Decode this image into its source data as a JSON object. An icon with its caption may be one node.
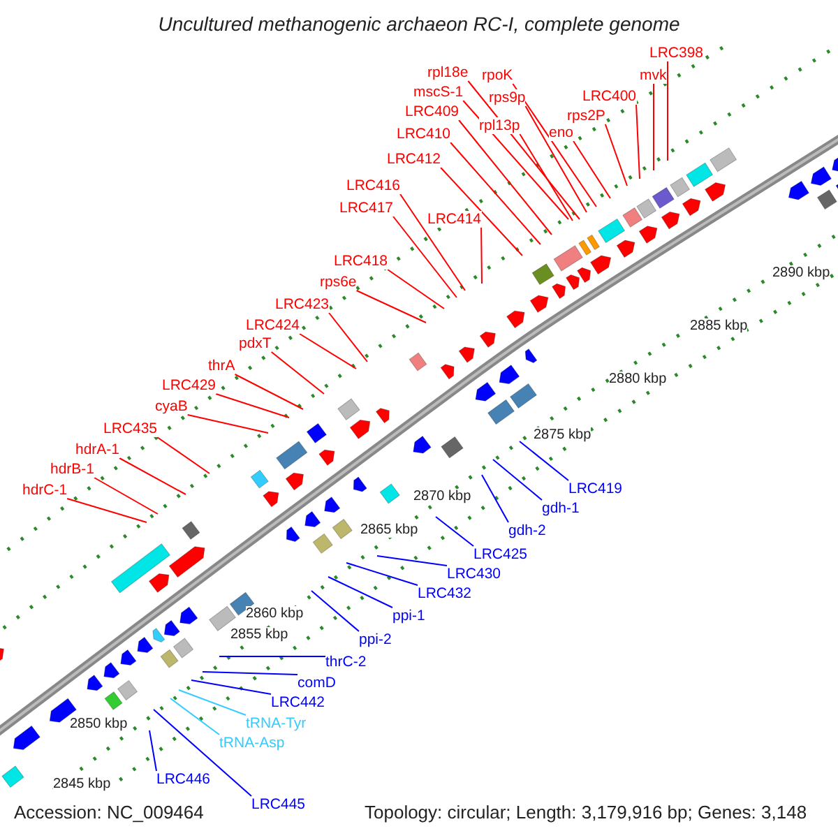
{
  "diagram": {
    "title": "Uncultured methanogenic archaeon RC-I, complete genome",
    "nodes": [
      {
        "text": [
          "LRC398"
        ]
      },
      {
        "text": [
          "rpl18e"
        ]
      },
      {
        "text": [
          "rpoK"
        ]
      },
      {
        "text": [
          "mvk"
        ]
      },
      {
        "text": [
          "mscS-1"
        ]
      },
      {
        "text": [
          "rps9p"
        ]
      },
      {
        "text": [
          "LRC400"
        ]
      },
      {
        "text": [
          "LRC409"
        ]
      },
      {
        "text": [
          "rps2P"
        ]
      },
      {
        "text": [
          "rpl13p"
        ]
      },
      {
        "text": [
          "eno"
        ]
      },
      {
        "text": [
          "LRC410"
        ]
      },
      {
        "text": [
          "LRC412"
        ]
      },
      {
        "text": [
          "LRC416"
        ]
      },
      {
        "text": [
          "LRC417"
        ]
      },
      {
        "text": [
          "LRC414"
        ]
      },
      {
        "text": [
          "LRC418"
        ]
      },
      {
        "text": [
          "rps6e"
        ]
      },
      {
        "text": [
          "LRC423"
        ]
      },
      {
        "text": [
          "LRC424"
        ]
      },
      {
        "text": [
          "pdxT"
        ]
      },
      {
        "text": [
          "thrA"
        ]
      },
      {
        "text": [
          "LRC429"
        ]
      },
      {
        "text": [
          "cyaB"
        ]
      },
      {
        "text": [
          "LRC435"
        ]
      },
      {
        "text": [
          "hdrA-1"
        ]
      },
      {
        "text": [
          "hdrB-1"
        ]
      },
      {
        "text": [
          "hdrC-1"
        ]
      },
      {
        "text": [
          "LRC419"
        ]
      },
      {
        "text": [
          "gdh-1"
        ]
      },
      {
        "text": [
          "gdh-2"
        ]
      },
      {
        "text": [
          "LRC425"
        ]
      },
      {
        "text": [
          "LRC430"
        ]
      },
      {
        "text": [
          "LRC432"
        ]
      },
      {
        "text": [
          "ppi-1"
        ]
      },
      {
        "text": [
          "ppi-2"
        ]
      },
      {
        "text": [
          "thrC-2"
        ]
      },
      {
        "text": [
          "comD"
        ]
      },
      {
        "text": [
          "LRC442"
        ]
      },
      {
        "text": [
          "tRNA-Tyr"
        ]
      },
      {
        "text": [
          "tRNA-Asp"
        ]
      },
      {
        "text": [
          "LRC446"
        ]
      },
      {
        "text": [
          "LRC445"
        ]
      }
    ],
    "edges": [
      {
        "from": 0,
        "to": null,
        "arrow": "none"
      },
      {
        "from": 1,
        "to": null,
        "arrow": "none"
      },
      {
        "from": 2,
        "to": null,
        "arrow": "none"
      },
      {
        "from": 3,
        "to": null,
        "arrow": "none"
      },
      {
        "from": 4,
        "to": null,
        "arrow": "none"
      },
      {
        "from": 5,
        "to": null,
        "arrow": "none"
      },
      {
        "from": 6,
        "to": null,
        "arrow": "none"
      },
      {
        "from": 7,
        "to": null,
        "arrow": "none"
      },
      {
        "from": 8,
        "to": null,
        "arrow": "none"
      },
      {
        "from": 9,
        "to": null,
        "arrow": "none"
      },
      {
        "from": 10,
        "to": null,
        "arrow": "none"
      },
      {
        "from": 11,
        "to": null,
        "arrow": "none"
      },
      {
        "from": 12,
        "to": null,
        "arrow": "none"
      },
      {
        "from": 13,
        "to": null,
        "arrow": "none"
      },
      {
        "from": 14,
        "to": null,
        "arrow": "none"
      },
      {
        "from": 15,
        "to": null,
        "arrow": "none"
      },
      {
        "from": 16,
        "to": null,
        "arrow": "none"
      },
      {
        "from": 17,
        "to": null,
        "arrow": "none"
      },
      {
        "from": 18,
        "to": null,
        "arrow": "none"
      },
      {
        "from": 19,
        "to": null,
        "arrow": "none"
      },
      {
        "from": 20,
        "to": null,
        "arrow": "none"
      },
      {
        "from": 21,
        "to": null,
        "arrow": "none"
      },
      {
        "from": 22,
        "to": null,
        "arrow": "none"
      },
      {
        "from": 23,
        "to": null,
        "arrow": "none"
      },
      {
        "from": 24,
        "to": null,
        "arrow": "none"
      },
      {
        "from": 25,
        "to": null,
        "arrow": "none"
      },
      {
        "from": 26,
        "to": null,
        "arrow": "none"
      },
      {
        "from": 27,
        "to": null,
        "arrow": "none"
      },
      {
        "from": 28,
        "to": null,
        "arrow": "none",
        "color": "#0000ff"
      },
      {
        "from": 29,
        "to": null,
        "arrow": "none",
        "color": "#0000ff"
      },
      {
        "from": 30,
        "to": null,
        "arrow": "none",
        "color": "#0000ff"
      },
      {
        "from": 31,
        "to": null,
        "arrow": "none",
        "color": "#0000ff"
      },
      {
        "from": 32,
        "to": null,
        "arrow": "none",
        "color": "#0000ff"
      },
      {
        "from": 33,
        "to": null,
        "arrow": "none",
        "color": "#0000ff"
      },
      {
        "from": 34,
        "to": null,
        "arrow": "none",
        "color": "#0000ff"
      },
      {
        "from": 35,
        "to": null,
        "arrow": "none",
        "color": "#0000ff"
      },
      {
        "from": 36,
        "to": null,
        "arrow": "none",
        "color": "#0000ff"
      },
      {
        "from": 37,
        "to": null,
        "arrow": "none",
        "color": "#0000ff"
      },
      {
        "from": 38,
        "to": null,
        "arrow": "none",
        "color": "#0000ff"
      },
      {
        "from": 39,
        "to": null,
        "arrow": "none",
        "color": "#33ccff"
      },
      {
        "from": 40,
        "to": null,
        "arrow": "none",
        "color": "#33ccff"
      },
      {
        "from": 41,
        "to": null,
        "arrow": "none",
        "color": "#0000ff"
      },
      {
        "from": 42,
        "to": null,
        "arrow": "none",
        "color": "#0000ff"
      }
    ],
    "labels": [
      "2890 kbp",
      "2885 kbp",
      "2880 kbp",
      "2875 kbp",
      "2870 kbp",
      "2865 kbp",
      "2860 kbp",
      "2855 kbp",
      "2850 kbp",
      "2845 kbp",
      "Accession: NC_009464",
      "Topology: circular; Length: 3,179,916 bp; Genes: 3,148"
    ]
  }
}
